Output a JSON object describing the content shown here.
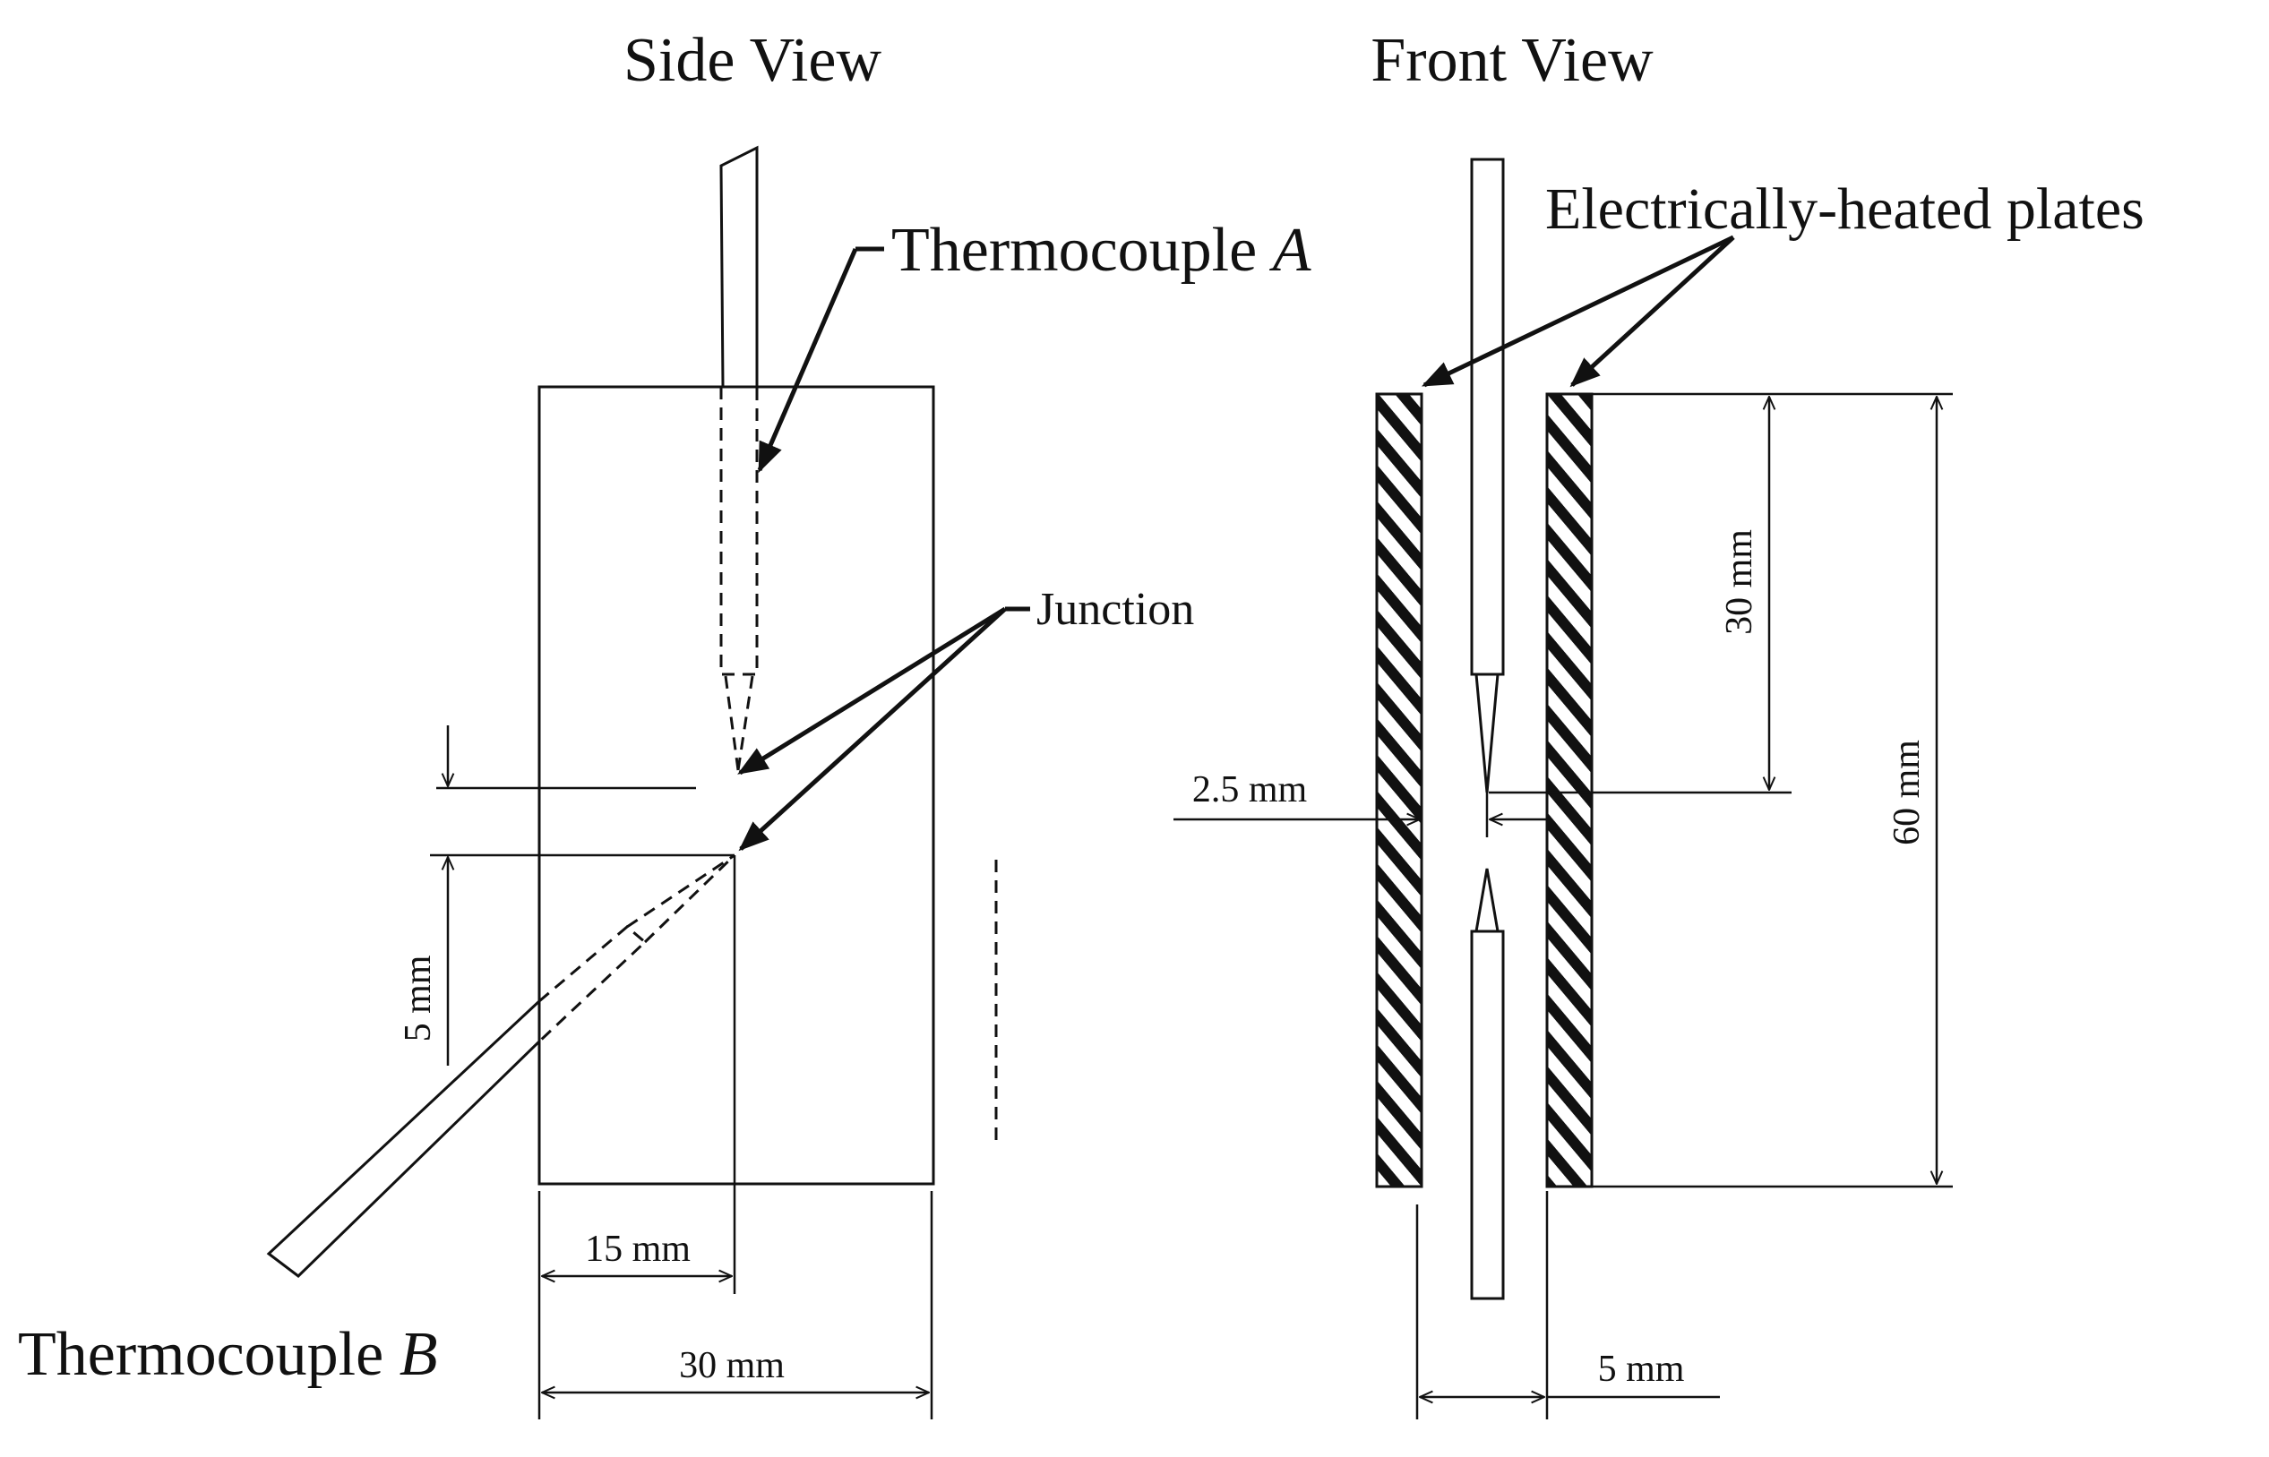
{
  "side_view": {
    "title": "Side View",
    "thermocouple_a": "Thermocouple A",
    "thermocouple_a_prefix": "Thermocouple ",
    "thermocouple_a_letter": "A",
    "junction": "Junction",
    "thermocouple_b_prefix": "Thermocouple ",
    "thermocouple_b_letter": "B",
    "dim_5mm": "5 mm",
    "dim_15mm": "15 mm",
    "dim_30mm": "30 mm"
  },
  "front_view": {
    "title": "Front View",
    "plates_label": "Electrically-heated plates",
    "dim_2_5mm": "2.5 mm",
    "dim_30mm": "30 mm",
    "dim_60mm": "60 mm",
    "dim_5mm": "5 mm"
  }
}
